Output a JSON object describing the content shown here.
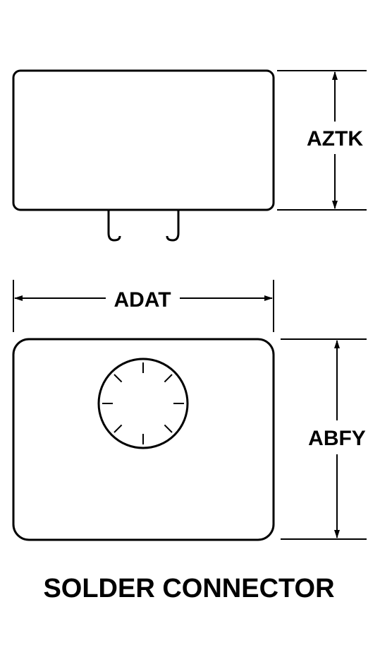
{
  "dimensions": {
    "height_top": "AZTK",
    "width": "ADAT",
    "height_bottom": "ABFY"
  },
  "caption": "SOLDER CONNECTOR",
  "colors": {
    "line": "#000000",
    "background": "#ffffff"
  }
}
